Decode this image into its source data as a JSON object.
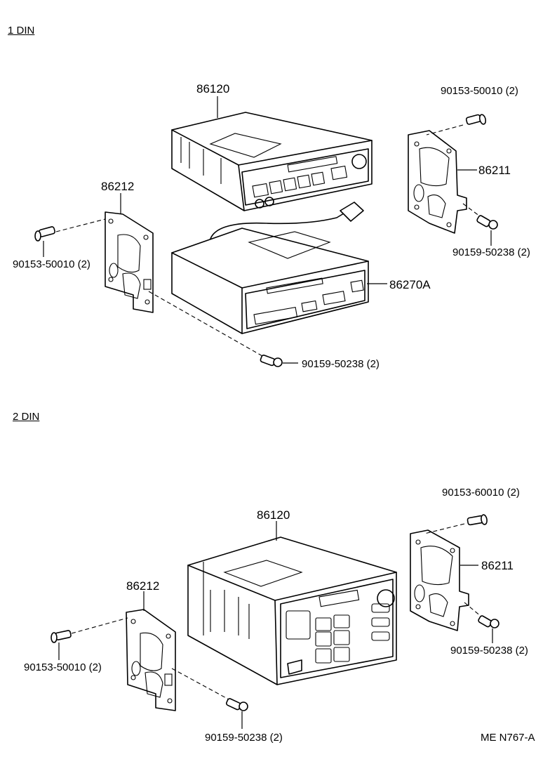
{
  "sections": {
    "top": {
      "title": "1 DIN"
    },
    "bottom": {
      "title": "2 DIN"
    }
  },
  "parts_top": {
    "radio": "86120",
    "bracket_right": "86211",
    "bracket_left": "86212",
    "tuner": "86270A",
    "screw_top_right": "90153-50010 (2)",
    "screw_bottom_right": "90159-50238 (2)",
    "screw_left": "90153-50010 (2)",
    "screw_bottom": "90159-50238 (2)"
  },
  "parts_bottom": {
    "radio": "86120",
    "bracket_right": "86211",
    "bracket_left": "86212",
    "screw_top_right": "90153-60010 (2)",
    "screw_bottom_right": "90159-50238 (2)",
    "screw_left": "90153-50010 (2)",
    "screw_bottom": "90159-50238 (2)"
  },
  "figure_code": "ME N767-A"
}
